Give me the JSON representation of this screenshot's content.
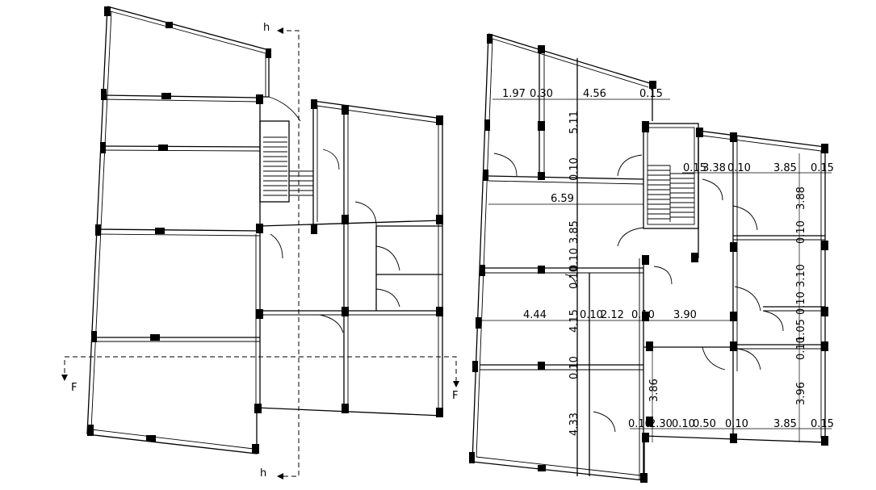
{
  "section_marks": {
    "top_h": "h",
    "bottom_h": "h",
    "left_f": "F",
    "right_f": "F"
  },
  "dimensions": {
    "top_row": [
      "1.97",
      "0.30",
      "4.56",
      "0.15"
    ],
    "vertical_511": "5.11",
    "vertical_010_a": "0.10",
    "right_top_row": [
      "0.15",
      "3.38",
      "0.10",
      "3.85",
      "0.15"
    ],
    "right_388": "3.88",
    "dim_659": "6.59",
    "vertical_385": "3.85",
    "right_010_b": "0.10",
    "vertical_010_b": "0.10",
    "right_310": "3.10",
    "vertical_010_c": "0.10",
    "right_010_c": "0.10",
    "mid_row": [
      "4.44",
      "0.10",
      "2.12",
      "0.10",
      "3.90"
    ],
    "vertical_415": "4.15",
    "right_105": "1.05",
    "right_010_d": "0.10",
    "vertical_010_d": "0.10",
    "vertical_386": "3.86",
    "right_396": "3.96",
    "vertical_433": "4.33",
    "bottom_row": [
      "0.10",
      "2.30",
      "0.10",
      "0.50",
      "0.10",
      "3.85",
      "0.15"
    ]
  }
}
